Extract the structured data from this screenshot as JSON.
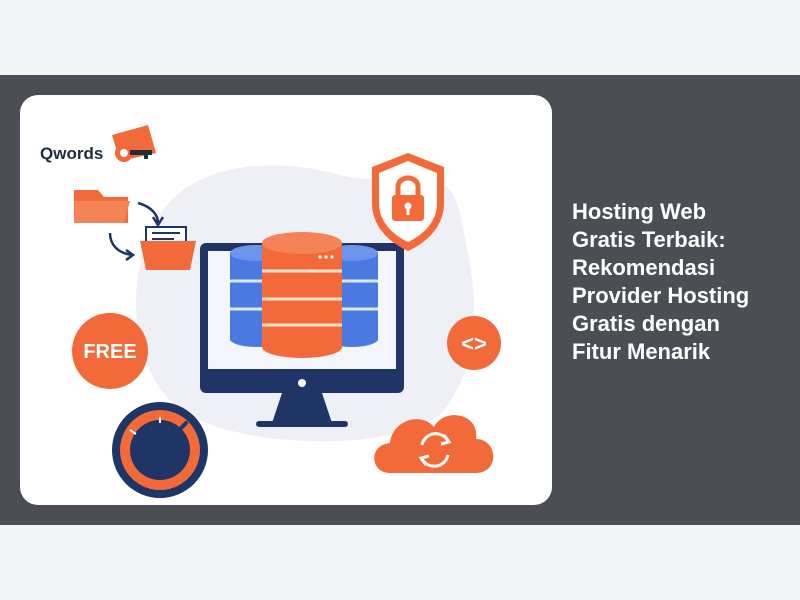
{
  "article": {
    "title": "Hosting Web Gratis Terbaik: Rekomendasi Provider Hosting Gratis dengan Fitur Menarik"
  },
  "illustration": {
    "brand": "Qwords",
    "free_badge": "FREE",
    "code_symbol": "<>"
  },
  "colors": {
    "banner": "#4b4f55",
    "orange": "#f26a3a",
    "navy": "#1f3566",
    "blue": "#4a7ae0"
  },
  "icons": [
    "folder-icon",
    "document-folder-icon",
    "lock-icon",
    "code-icon",
    "speedometer-icon",
    "cloud-sync-icon",
    "database-icon",
    "monitor-icon"
  ]
}
